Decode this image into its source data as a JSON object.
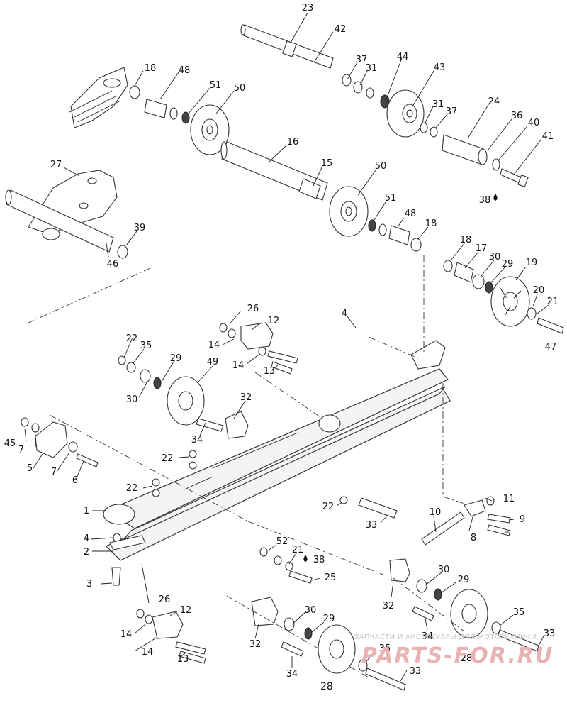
{
  "diagram": {
    "page_number": "28",
    "watermark": {
      "tagline": "ЗАПЧАСТИ И АКСЕССУАРЫ ДЛЯ МОТОТЕХНИКИ",
      "brand": "PARTS-FOR.RU"
    },
    "callouts": [
      {
        "id": "c23",
        "text": "23"
      },
      {
        "id": "c42",
        "text": "42"
      },
      {
        "id": "c37a",
        "text": "37"
      },
      {
        "id": "c31a",
        "text": "31"
      },
      {
        "id": "c44",
        "text": "44"
      },
      {
        "id": "c43",
        "text": "43"
      },
      {
        "id": "c18a",
        "text": "18"
      },
      {
        "id": "c48a",
        "text": "48"
      },
      {
        "id": "c51a",
        "text": "51"
      },
      {
        "id": "c50a",
        "text": "50"
      },
      {
        "id": "c31b",
        "text": "31"
      },
      {
        "id": "c37b",
        "text": "37"
      },
      {
        "id": "c24",
        "text": "24"
      },
      {
        "id": "c36",
        "text": "36"
      },
      {
        "id": "c40",
        "text": "40"
      },
      {
        "id": "c41",
        "text": "41"
      },
      {
        "id": "c16",
        "text": "16"
      },
      {
        "id": "c15",
        "text": "15"
      },
      {
        "id": "c50b",
        "text": "50"
      },
      {
        "id": "c27",
        "text": "27"
      },
      {
        "id": "c38a",
        "text": "38"
      },
      {
        "id": "c51b",
        "text": "51"
      },
      {
        "id": "c48b",
        "text": "48"
      },
      {
        "id": "c18b",
        "text": "18"
      },
      {
        "id": "c39",
        "text": "39"
      },
      {
        "id": "c46",
        "text": "46"
      },
      {
        "id": "c18c",
        "text": "18"
      },
      {
        "id": "c17",
        "text": "17"
      },
      {
        "id": "c30a",
        "text": "30"
      },
      {
        "id": "c29a",
        "text": "29"
      },
      {
        "id": "c19",
        "text": "19"
      },
      {
        "id": "c20",
        "text": "20"
      },
      {
        "id": "c21a",
        "text": "21"
      },
      {
        "id": "c4a",
        "text": "4"
      },
      {
        "id": "c26a",
        "text": "26"
      },
      {
        "id": "c12a",
        "text": "12"
      },
      {
        "id": "c14a",
        "text": "14"
      },
      {
        "id": "c47",
        "text": "47"
      },
      {
        "id": "c22a",
        "text": "22"
      },
      {
        "id": "c35a",
        "text": "35"
      },
      {
        "id": "c29b",
        "text": "29"
      },
      {
        "id": "c49",
        "text": "49"
      },
      {
        "id": "c14b",
        "text": "14"
      },
      {
        "id": "c13a",
        "text": "13"
      },
      {
        "id": "c30b",
        "text": "30"
      },
      {
        "id": "c32a",
        "text": "32"
      },
      {
        "id": "c45",
        "text": "45"
      },
      {
        "id": "c7a",
        "text": "7"
      },
      {
        "id": "c34a",
        "text": "34"
      },
      {
        "id": "c22b",
        "text": "22"
      },
      {
        "id": "c5",
        "text": "5"
      },
      {
        "id": "c7b",
        "text": "7"
      },
      {
        "id": "c6",
        "text": "6"
      },
      {
        "id": "c22c",
        "text": "22"
      },
      {
        "id": "c11",
        "text": "11"
      },
      {
        "id": "c1",
        "text": "1"
      },
      {
        "id": "c22d",
        "text": "22"
      },
      {
        "id": "c10",
        "text": "10"
      },
      {
        "id": "c9",
        "text": "9"
      },
      {
        "id": "c33a",
        "text": "33"
      },
      {
        "id": "c4b",
        "text": "4"
      },
      {
        "id": "c8",
        "text": "8"
      },
      {
        "id": "c2",
        "text": "2"
      },
      {
        "id": "c52",
        "text": "52"
      },
      {
        "id": "c21b",
        "text": "21"
      },
      {
        "id": "c38b",
        "text": "38"
      },
      {
        "id": "c3",
        "text": "3"
      },
      {
        "id": "c25",
        "text": "25"
      },
      {
        "id": "c30c",
        "text": "30"
      },
      {
        "id": "c29c",
        "text": "29"
      },
      {
        "id": "c26b",
        "text": "26"
      },
      {
        "id": "c32b",
        "text": "32"
      },
      {
        "id": "c12b",
        "text": "12"
      },
      {
        "id": "c30d",
        "text": "30"
      },
      {
        "id": "c35b",
        "text": "35"
      },
      {
        "id": "c14c",
        "text": "14"
      },
      {
        "id": "c29d",
        "text": "29"
      },
      {
        "id": "c34b",
        "text": "34"
      },
      {
        "id": "c33b",
        "text": "33"
      },
      {
        "id": "c14d",
        "text": "14"
      },
      {
        "id": "c32c",
        "text": "32"
      },
      {
        "id": "c35c",
        "text": "35"
      },
      {
        "id": "c28",
        "text": "28"
      },
      {
        "id": "c13b",
        "text": "13"
      },
      {
        "id": "c34c",
        "text": "34"
      },
      {
        "id": "c33c",
        "text": "33"
      }
    ]
  }
}
